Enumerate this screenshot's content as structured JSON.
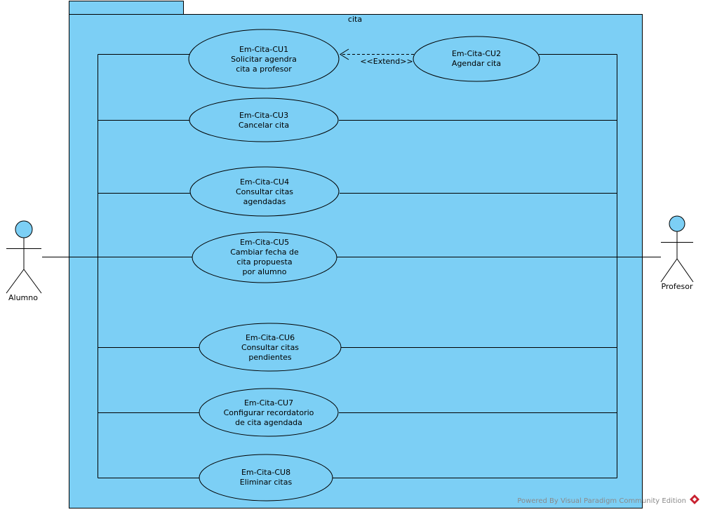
{
  "package": {
    "name": "cita",
    "fill": "#7ccff5",
    "stroke": "#000000"
  },
  "actors": {
    "alumno": {
      "name": "Alumno"
    },
    "profesor": {
      "name": "Profesor"
    }
  },
  "use_cases": [
    {
      "id": "Em-Cita-CU1",
      "lines": [
        "Solicitar agendra",
        "cita a profesor"
      ]
    },
    {
      "id": "Em-Cita-CU2",
      "lines": [
        "Agendar cita"
      ]
    },
    {
      "id": "Em-Cita-CU3",
      "lines": [
        "Cancelar cita"
      ]
    },
    {
      "id": "Em-Cita-CU4",
      "lines": [
        "Consultar citas",
        "agendadas"
      ]
    },
    {
      "id": "Em-Cita-CU5",
      "lines": [
        "Cambiar fecha de",
        "cita propuesta",
        "por alumno"
      ]
    },
    {
      "id": "Em-Cita-CU6",
      "lines": [
        "Consultar citas",
        "pendientes"
      ]
    },
    {
      "id": "Em-Cita-CU7",
      "lines": [
        "Configurar recordatorio",
        "de cita agendada"
      ]
    },
    {
      "id": "Em-Cita-CU8",
      "lines": [
        "Eliminar citas"
      ]
    }
  ],
  "extend": {
    "label": "<<Extend>>",
    "from": "Em-Cita-CU2",
    "to": "Em-Cita-CU1"
  },
  "watermark": "Powered By Visual Paradigm Community Edition",
  "colors": {
    "package_fill": "#7ccff5",
    "actor_fill": "#7ccff5",
    "usecase_fill": "#7ccff5",
    "line": "#000000",
    "watermark_text": "#8a8a8a",
    "logo_red": "#c8202f"
  }
}
